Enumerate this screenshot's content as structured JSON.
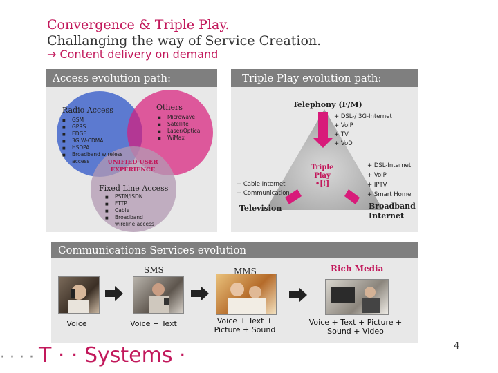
{
  "title": {
    "line1": "Convergence & Triple Play.",
    "line2": "Challanging the way of  Service Creation.",
    "subtitle_arrow": "→",
    "subtitle": "Content delivery on demand"
  },
  "access": {
    "header": "Access evolution path:",
    "radio": {
      "title": "Radio Access",
      "items": [
        "GSM",
        "GPRS",
        "EDGE",
        "3G W-CDMA",
        "HSDPA",
        "Broadband wireless access"
      ]
    },
    "others": {
      "title": "Others",
      "items": [
        "Microwave",
        "Satellite",
        "Laser/Optical",
        "WiMax"
      ]
    },
    "unified": "UNIFIED USER EXPERIENCE",
    "fixed": {
      "title": "Fixed Line Access",
      "items": [
        "PSTN/ISDN",
        "FTTP",
        "Cable",
        "Broadband wireline access"
      ]
    },
    "colors": {
      "radio": "#2e55c8",
      "others": "#d81b7a",
      "fixed": "#b39ab3",
      "accent": "#c2185b"
    }
  },
  "triple": {
    "header": "Triple Play evolution path:",
    "telephony": "Telephony (F/M)",
    "telephony_items": [
      "+ DSL-/ 3G-Internet",
      "+ VoIP",
      "+ TV",
      "+ VoD"
    ],
    "center": "Triple Play",
    "center_symbol": "•[!]",
    "left_items": [
      "+ Cable Internet",
      "+ Communication"
    ],
    "television": "Television",
    "right_items": [
      "+ DSL-Internet",
      "+ VoIP",
      "+ IPTV",
      "+ Smart Home"
    ],
    "broadband": "Broadband Internet"
  },
  "comms": {
    "header": "Communications Services evolution",
    "stages": [
      {
        "top": "",
        "caption": "Voice"
      },
      {
        "top": "SMS",
        "caption": "Voice + Text"
      },
      {
        "top": "MMS",
        "caption": "Voice + Text + Picture + Sound"
      },
      {
        "top": "Rich Media",
        "caption": "Voice + Text + Picture + Sound + Video"
      }
    ]
  },
  "logo": {
    "text": "T · · Systems ·",
    "dots": "· · · · "
  },
  "page_number": "4"
}
